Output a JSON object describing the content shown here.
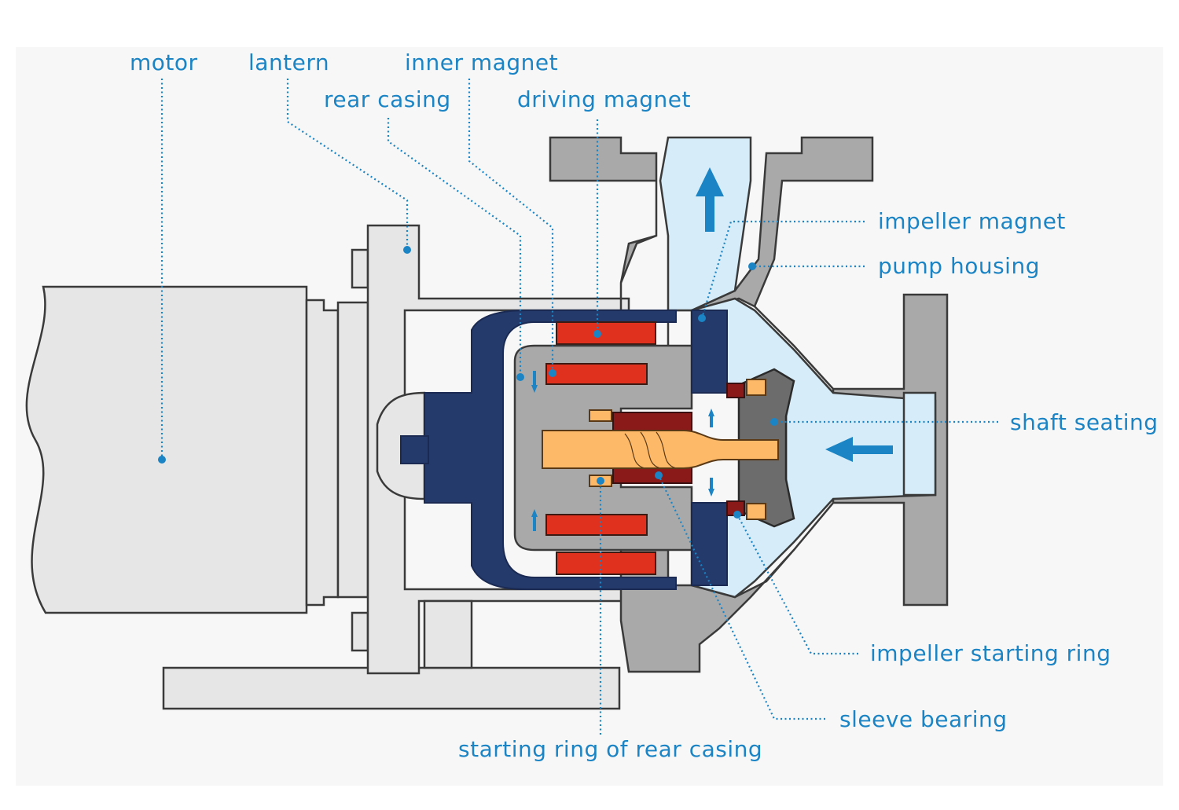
{
  "labels": {
    "motor": "motor",
    "lantern": "lantern",
    "inner_magnet": "inner magnet",
    "rear_casing": "rear casing",
    "driving_magnet": "driving magnet",
    "impeller_magnet": "impeller magnet",
    "pump_housing": "pump housing",
    "shaft_seating": "shaft seating",
    "impeller_starting_ring": "impeller starting ring",
    "sleeve_bearing": "sleeve bearing",
    "starting_ring_rear_casing": "starting ring of rear casing"
  },
  "colors": {
    "label_blue": "#1b84c4",
    "housing_gray": "#a9a9a9",
    "motor_gray": "#e6e6e6",
    "rear_casing_navy": "#243a6b",
    "magnet_red": "#e0301e",
    "shaft_orange": "#fdb968",
    "fluid_blue": "#d6ecf8"
  },
  "icons": [
    "flow-up-arrow",
    "flow-left-arrow",
    "circulation-arrows"
  ]
}
